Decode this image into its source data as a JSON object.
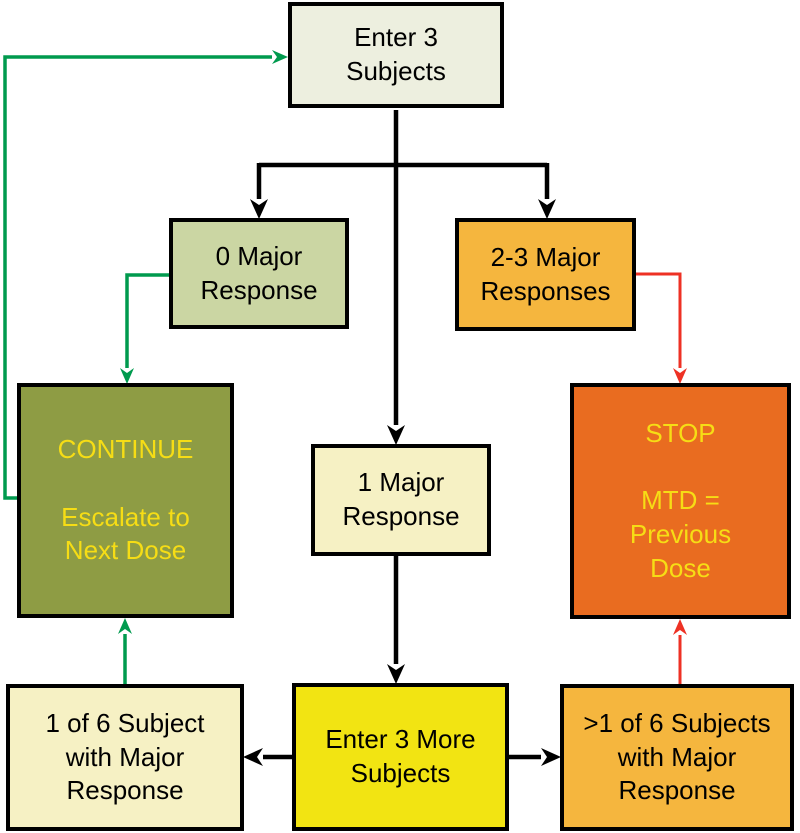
{
  "colors": {
    "background": "#ffffff",
    "box_border": "#000000",
    "arrow_black": "#000000",
    "arrow_green": "#009a4e",
    "arrow_red": "#ee3124",
    "text_dark": "#000000",
    "text_yellow": "#f6dd15",
    "node_pale_green": "#edefdf",
    "node_sage_green": "#cbd6a3",
    "node_amber": "#f5b63e",
    "node_cream": "#f6f1c4",
    "node_olive": "#8e9c44",
    "node_orange": "#e96c20",
    "node_yellow": "#f2e412"
  },
  "flowchart": {
    "nodes": {
      "enter_3_subjects": {
        "text": [
          "Enter 3",
          "Subjects"
        ]
      },
      "zero_major_response": {
        "text": [
          "0 Major",
          "Response"
        ]
      },
      "two_three_major_responses": {
        "text": [
          "2-3 Major",
          "Responses"
        ]
      },
      "one_major_response": {
        "text": [
          "1 Major",
          "Response"
        ]
      },
      "continue_escalate": {
        "text": [
          "CONTINUE",
          "",
          "Escalate to",
          "Next Dose"
        ]
      },
      "stop_mtd": {
        "text": [
          "STOP",
          "",
          "MTD =",
          "Previous",
          "Dose"
        ]
      },
      "one_of_six_subject": {
        "text": [
          "1 of 6 Subject",
          "with Major",
          "Response"
        ]
      },
      "enter_3_more_subjects": {
        "text": [
          "Enter 3 More",
          "Subjects"
        ]
      },
      "gt_one_of_six_subjects": {
        "text": [
          ">1 of 6 Subjects",
          "with Major",
          "Response"
        ]
      }
    },
    "edges": [
      {
        "from": "enter_3_subjects",
        "to": "zero_major_response",
        "color": "black"
      },
      {
        "from": "enter_3_subjects",
        "to": "two_three_major_responses",
        "color": "black"
      },
      {
        "from": "enter_3_subjects",
        "to": "one_major_response",
        "color": "black"
      },
      {
        "from": "zero_major_response",
        "to": "continue_escalate",
        "color": "green"
      },
      {
        "from": "two_three_major_responses",
        "to": "stop_mtd",
        "color": "red"
      },
      {
        "from": "one_major_response",
        "to": "enter_3_more_subjects",
        "color": "black"
      },
      {
        "from": "enter_3_more_subjects",
        "to": "one_of_six_subject",
        "color": "black"
      },
      {
        "from": "enter_3_more_subjects",
        "to": "gt_one_of_six_subjects",
        "color": "black"
      },
      {
        "from": "one_of_six_subject",
        "to": "continue_escalate",
        "color": "green"
      },
      {
        "from": "gt_one_of_six_subjects",
        "to": "stop_mtd",
        "color": "red"
      },
      {
        "from": "continue_escalate",
        "to": "enter_3_subjects",
        "color": "green"
      }
    ]
  }
}
